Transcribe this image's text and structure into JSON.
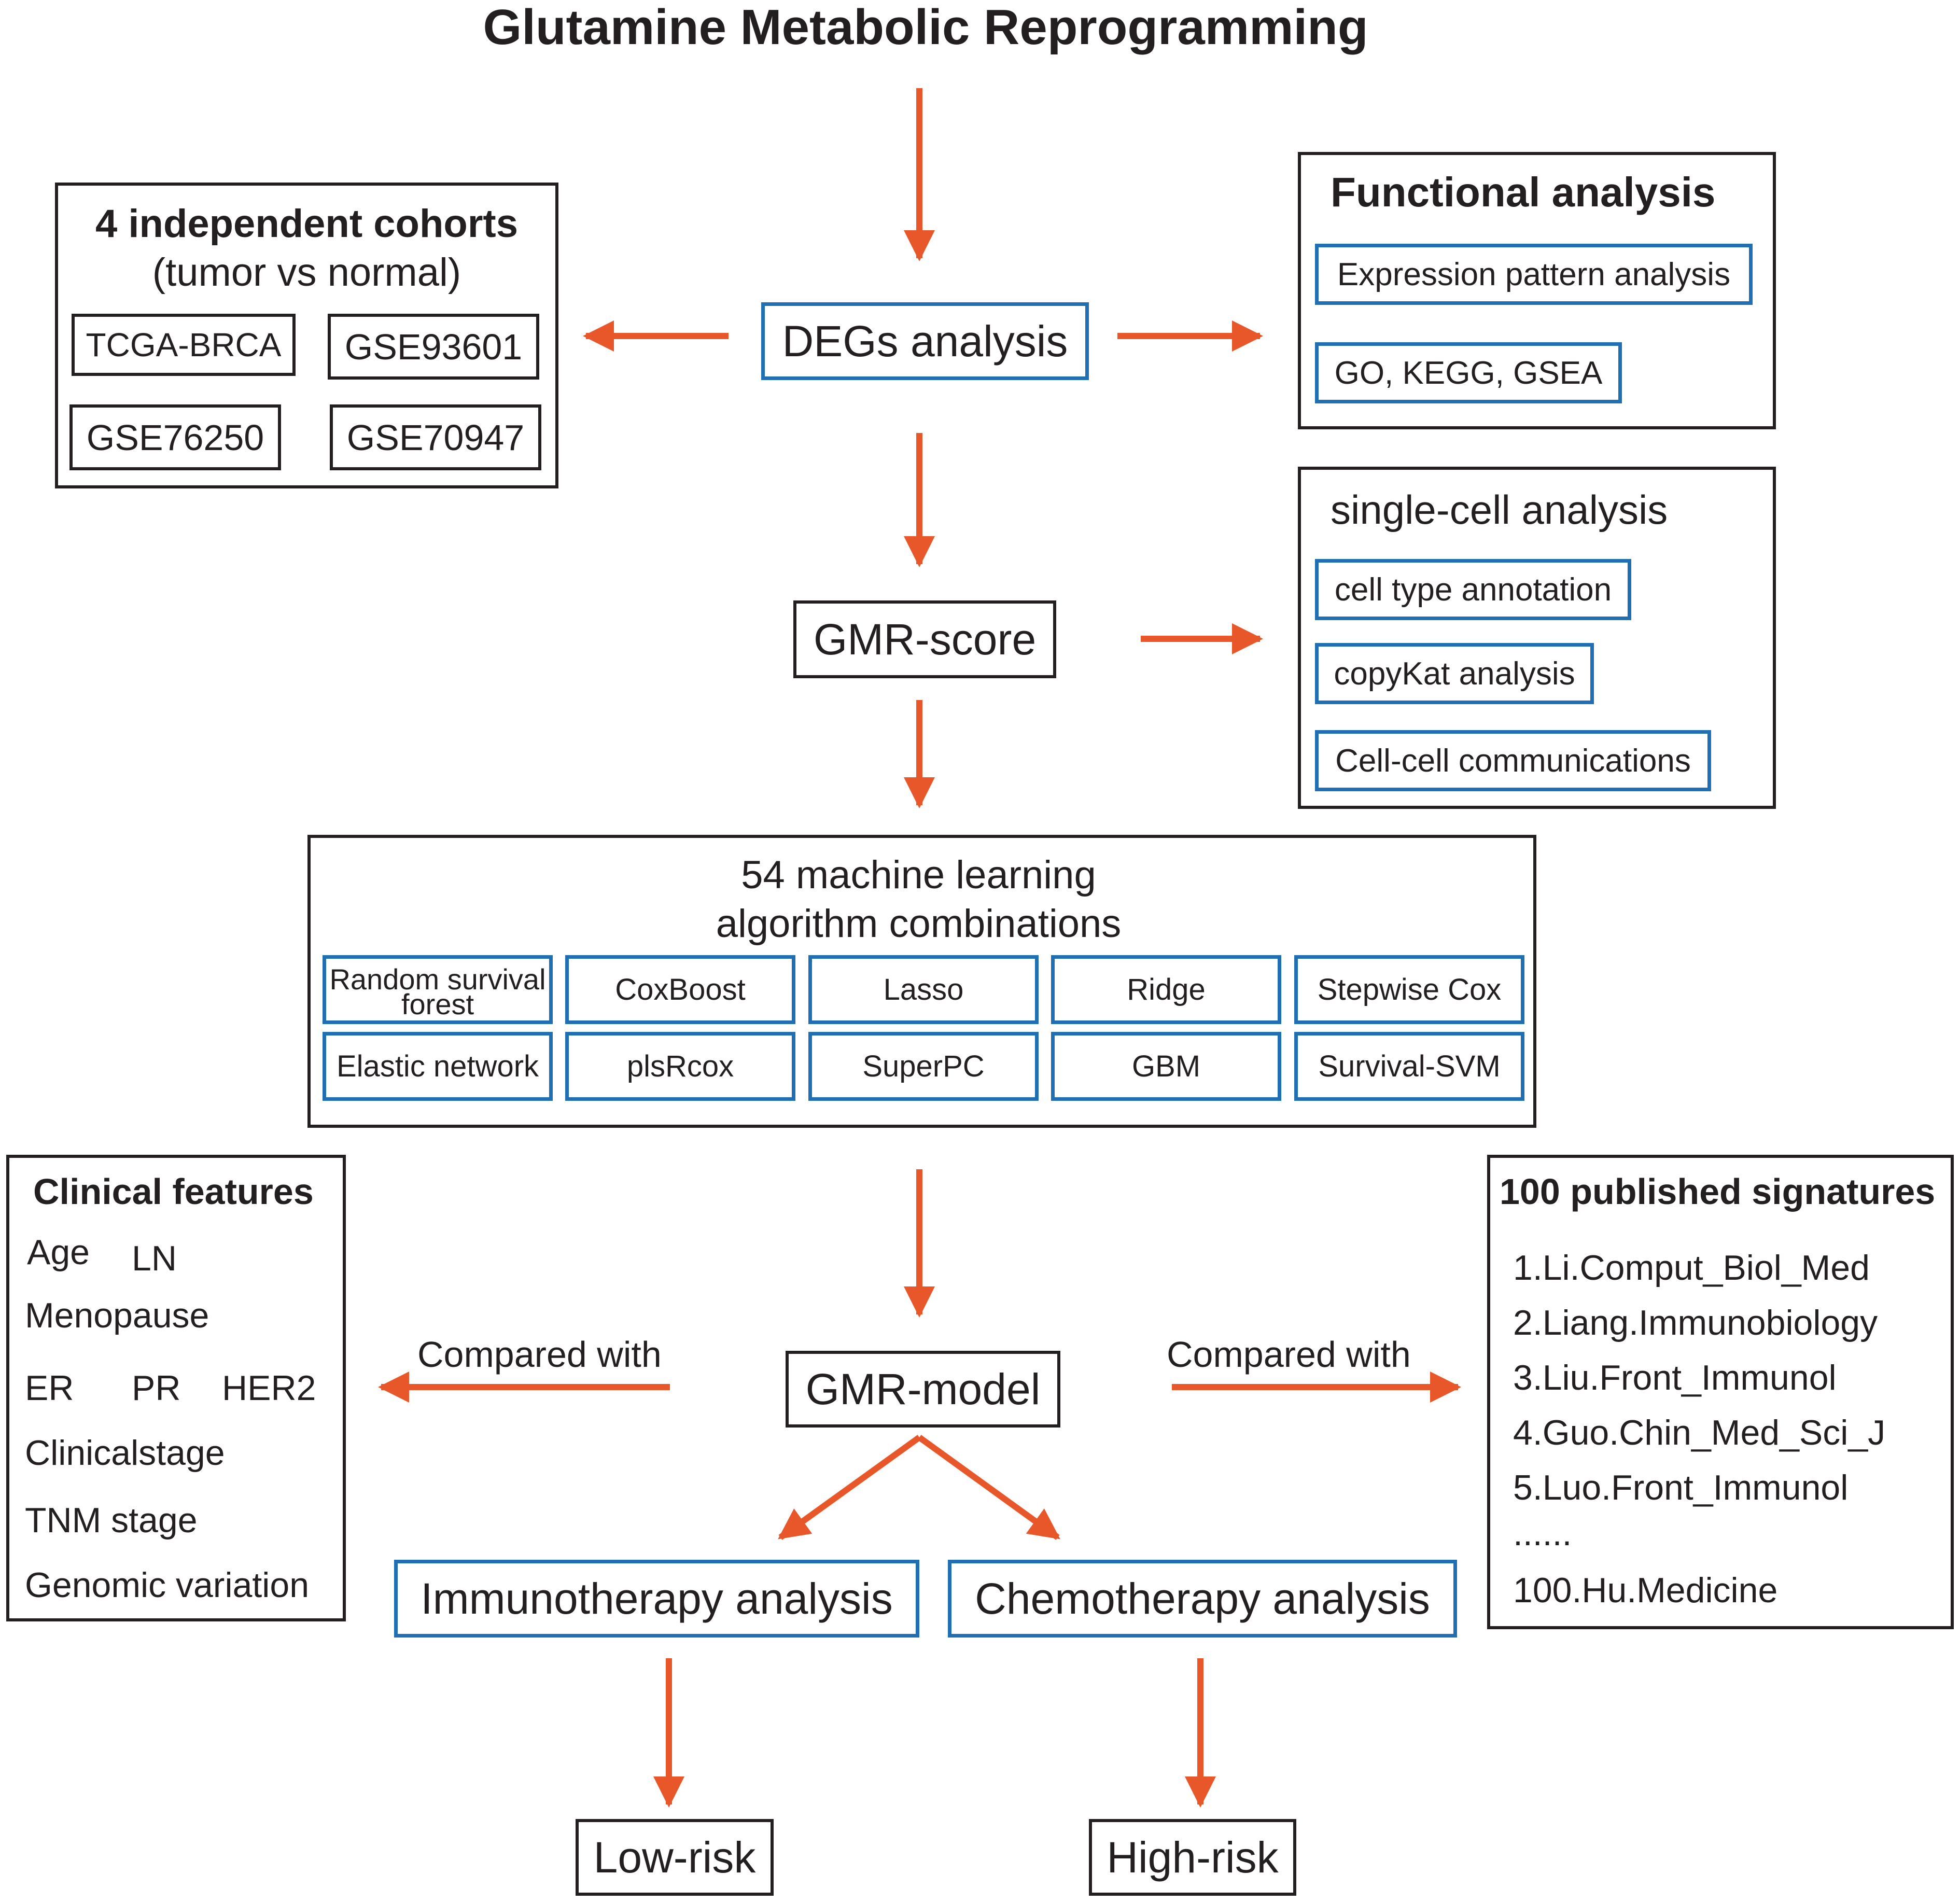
{
  "title": "Glutamine Metabolic Reprogramming",
  "colors": {
    "arrow": "#e8572a",
    "blue_box": "#1f6fb2",
    "black_box": "#231f20"
  },
  "cohorts": {
    "heading": "4 independent cohorts",
    "subheading": "(tumor vs normal)",
    "items": [
      "TCGA-BRCA",
      "GSE93601",
      "GSE76250",
      "GSE70947"
    ]
  },
  "degs": "DEGs analysis",
  "functional": {
    "heading": "Functional analysis",
    "items": [
      "Expression pattern analysis",
      "GO, KEGG, GSEA"
    ]
  },
  "gmr_score": "GMR-score",
  "single_cell": {
    "heading": "single-cell analysis",
    "items": [
      "cell type annotation",
      "copyKat analysis",
      "Cell-cell communications"
    ]
  },
  "ml": {
    "heading_line1": "54 machine learning",
    "heading_line2": "algorithm combinations",
    "rsf_line1": "Random survival",
    "rsf_line2": "forest",
    "algorithms": [
      "CoxBoost",
      "Lasso",
      "Ridge",
      "Stepwise Cox",
      "Elastic network",
      "plsRcox",
      "SuperPC",
      "GBM",
      "Survival-SVM"
    ]
  },
  "clinical": {
    "heading": "Clinical features",
    "age": "Age",
    "ln": "LN",
    "menopause": "Menopause",
    "er": "ER",
    "pr": "PR",
    "her2": "HER2",
    "clinicalstage": "Clinicalstage",
    "tnm": "TNM stage",
    "genomic": "Genomic variation"
  },
  "gmr_model": "GMR-model",
  "compared_with_left": "Compared with",
  "compared_with_right": "Compared with",
  "signatures": {
    "heading": "100 published signatures",
    "items": [
      "1.Li.Comput_Biol_Med",
      "2.Liang.Immunobiology",
      "3.Liu.Front_Immunol",
      "4.Guo.Chin_Med_Sci_J",
      "5.Luo.Front_Immunol",
      "......",
      "100.Hu.Medicine"
    ]
  },
  "immunotherapy": "Immunotherapy analysis",
  "chemotherapy": "Chemotherapy analysis",
  "low_risk": "Low-risk",
  "high_risk": "High-risk"
}
